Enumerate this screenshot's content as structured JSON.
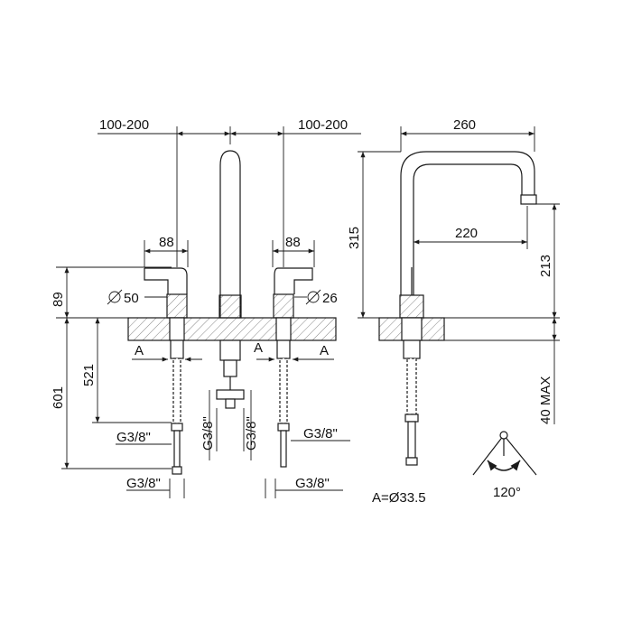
{
  "front_view": {
    "dim_spacing_left": "100-200",
    "dim_spacing_right": "100-200",
    "dim_handle_left": "88",
    "dim_handle_right": "88",
    "dim_height_above_deck": "89",
    "dim_total_depth": "601",
    "dim_hose_depth": "521",
    "dia_handle_base": "50",
    "dia_handle_stem": "26",
    "section_mark_left": "A",
    "section_mark_center": "A",
    "section_mark_right": "A",
    "thread_left_upper": "G3/8\"",
    "thread_left_lower": "G3/8\"",
    "thread_center_left": "G3/8\"",
    "thread_center_right": "G3/8\"",
    "thread_right_upper": "G3/8\"",
    "thread_right_lower": "G3/8\""
  },
  "side_view": {
    "dim_reach": "260",
    "dim_height": "315",
    "dim_inner_reach": "220",
    "dim_spout_height": "213",
    "dim_deck_thickness": "40 MAX"
  },
  "notes": {
    "hole_diameter": "A=Ø33.5",
    "rotation_angle": "120°"
  },
  "colors": {
    "line": "#1a1a1a",
    "background": "#ffffff",
    "hatch": "#555555"
  }
}
